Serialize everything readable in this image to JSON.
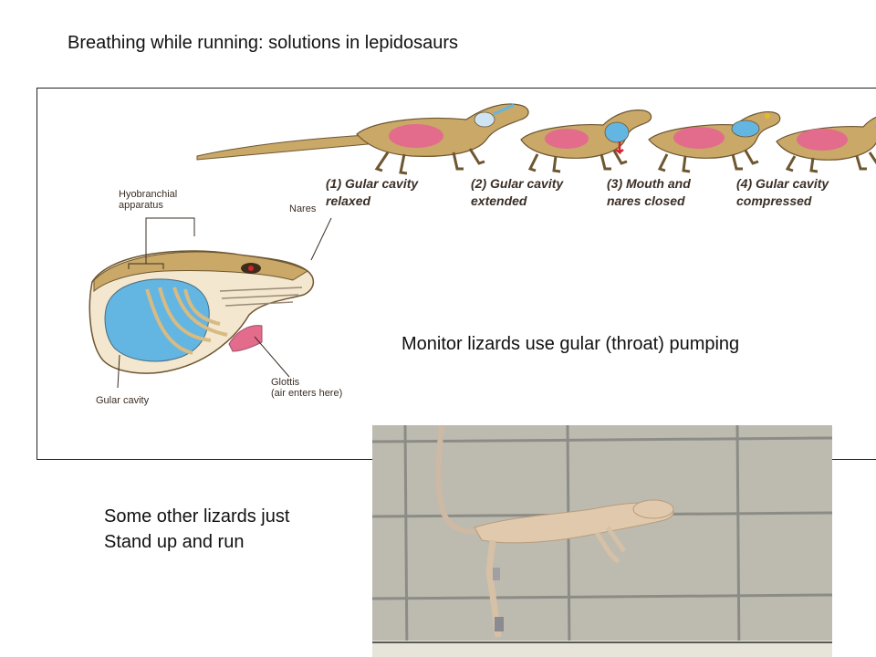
{
  "slide": {
    "title": "Breathing while running: solutions in lepidosaurs"
  },
  "sequence": {
    "labels": [
      [
        "(1) Gular cavity",
        "relaxed"
      ],
      [
        "(2) Gular cavity",
        "extended"
      ],
      [
        "(3) Mouth and",
        "nares closed"
      ],
      [
        "(4) Gular cavity",
        "compressed"
      ]
    ]
  },
  "head_diagram": {
    "labels": {
      "hyobranchial": [
        "Hyobranchial",
        "apparatus"
      ],
      "nares": "Nares",
      "glottis": [
        "Glottis",
        "(air enters here)"
      ],
      "gular_cavity": "Gular cavity"
    }
  },
  "captions": {
    "gular": "Monitor lizards use gular (throat) pumping",
    "run_line1": "Some other lizards just",
    "run_line2": "Stand up and run"
  },
  "colors": {
    "lizard_body": "#c9a868",
    "lung_pink": "#e36b8c",
    "gular_blue": "#63b5e2",
    "arrow_red": "#d5232e",
    "photo_bg": "#bdbbb0"
  }
}
